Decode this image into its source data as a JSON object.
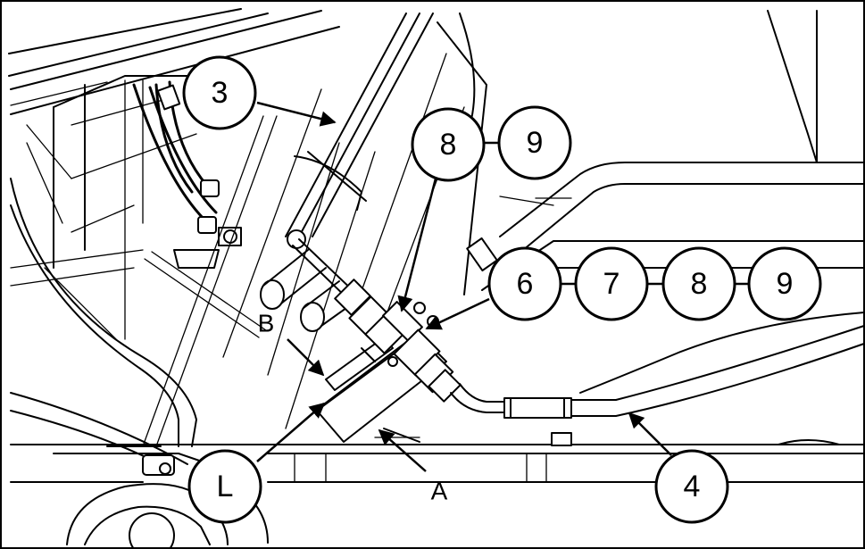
{
  "callouts": {
    "c3": "3",
    "c8_top": "8",
    "c9_top": "9",
    "c6": "6",
    "c7": "7",
    "c8_right": "8",
    "c9_right": "9",
    "c4": "4",
    "cL": "L"
  },
  "letters": {
    "b": "B",
    "a": "A"
  },
  "colors": {
    "line": "#000000",
    "background": "#ffffff"
  }
}
